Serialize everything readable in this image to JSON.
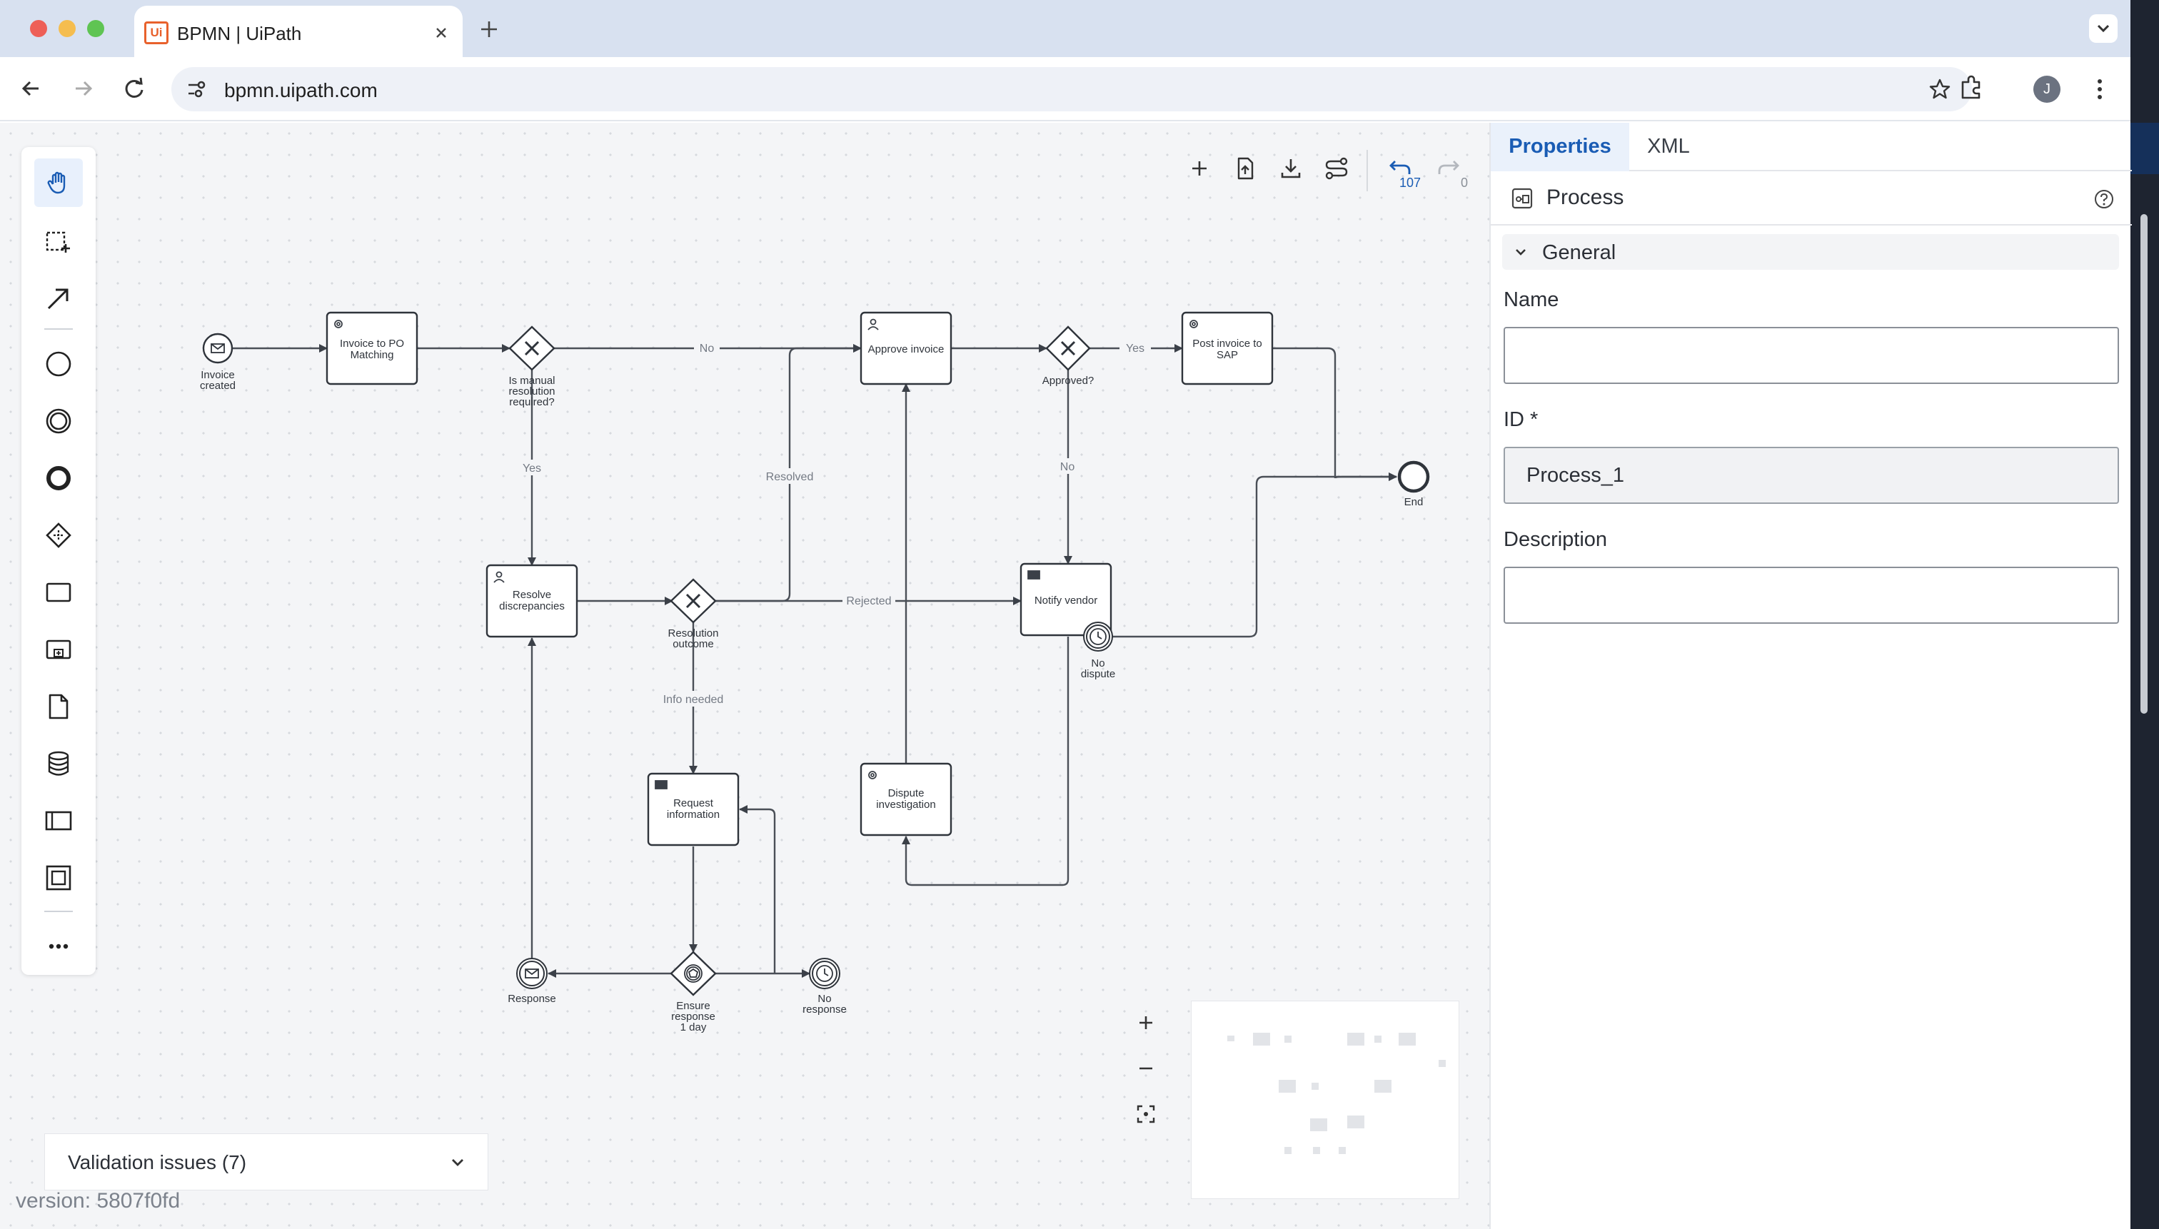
{
  "browser": {
    "tab_title": "BPMN | UiPath",
    "favicon_text": "Ui",
    "url": "bpmn.uipath.com",
    "avatar_initial": "J"
  },
  "toolbar": {
    "undo_count": "107",
    "redo_count": "0"
  },
  "palette": {
    "tools": [
      "hand-tool",
      "lasso-tool",
      "connect-tool",
      "start-event",
      "intermediate-event",
      "end-event",
      "gateway",
      "task",
      "subprocess",
      "data-object",
      "data-store",
      "pool",
      "group",
      "more"
    ]
  },
  "diagram": {
    "nodes": {
      "invoice_created": "Invoice created",
      "invoice_to_po": "Invoice to PO Matching",
      "manual_gateway": "Is manual resolution required?",
      "approve_invoice": "Approve invoice",
      "approved_gateway": "Approved?",
      "post_invoice": "Post invoice to SAP",
      "end": "End",
      "resolve_discrepancies": "Resolve discrepancies",
      "resolution_outcome": "Resolution outcome",
      "notify_vendor": "Notify vendor",
      "no_dispute": "No dispute",
      "request_information": "Request information",
      "dispute_investigation": "Dispute investigation",
      "response": "Response",
      "ensure_response": "Ensure response 1 day",
      "no_response": "No response"
    },
    "edges": {
      "no": "No",
      "yes": "Yes",
      "resolved": "Resolved",
      "rejected": "Rejected",
      "info_needed": "Info needed",
      "approved_yes": "Yes",
      "approved_no": "No"
    }
  },
  "validation": {
    "label": "Validation issues (7)"
  },
  "version": "version: 5807f0fd",
  "panel": {
    "tabs": [
      "Properties",
      "XML"
    ],
    "title": "Process",
    "group": "General",
    "fields": {
      "name_label": "Name",
      "name_value": "",
      "id_label": "ID *",
      "id_value": "Process_1",
      "description_label": "Description",
      "description_value": ""
    }
  }
}
